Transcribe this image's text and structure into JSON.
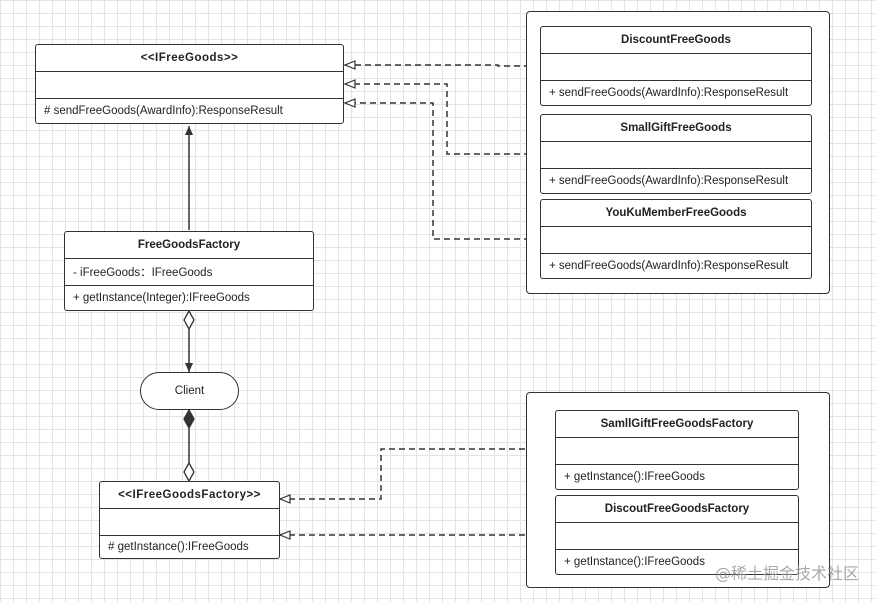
{
  "interface_free_goods": {
    "name": "<<IFreeGoods>>",
    "attributes": "",
    "methods": [
      "# sendFreeGoods(AwardInfo):ResponseResult"
    ]
  },
  "free_goods_impls": [
    {
      "name": "DiscountFreeGoods",
      "attributes": "",
      "methods": [
        "+ sendFreeGoods(AwardInfo):ResponseResult"
      ]
    },
    {
      "name": "SmallGiftFreeGoods",
      "attributes": "",
      "methods": [
        "+ sendFreeGoods(AwardInfo):ResponseResult"
      ]
    },
    {
      "name": "YouKuMemberFreeGoods",
      "attributes": "",
      "methods": [
        "+ sendFreeGoods(AwardInfo):ResponseResult"
      ]
    }
  ],
  "factory": {
    "name": "FreeGoodsFactory",
    "attributes": [
      "-  iFreeGoods：IFreeGoods"
    ],
    "methods": [
      "+ getInstance(Integer):IFreeGoods"
    ]
  },
  "client": {
    "name": "Client"
  },
  "interface_factory": {
    "name": "<<IFreeGoodsFactory>>",
    "attributes": "",
    "methods": [
      "# getInstance():IFreeGoods"
    ]
  },
  "factory_impls": [
    {
      "name": "SamllGiftFreeGoodsFactory",
      "attributes": "",
      "methods": [
        "+ getInstance():IFreeGoods"
      ]
    },
    {
      "name": "DiscoutFreeGoodsFactory",
      "attributes": "",
      "methods": [
        "+ getInstance():IFreeGoods"
      ]
    }
  ],
  "watermark": "@稀土掘金技术社区",
  "colors": {
    "line": "#333333",
    "grid": "#e4e4e4",
    "background": "#ffffff"
  }
}
